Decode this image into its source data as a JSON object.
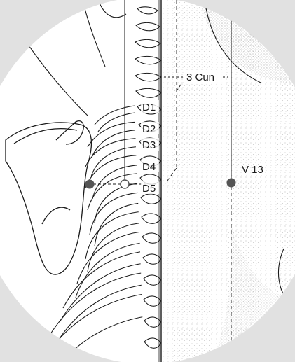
{
  "labels": {
    "measure": "3 Cun",
    "vertebrae": [
      "D1",
      "D2",
      "D3",
      "D4",
      "D5"
    ],
    "point": "V 13"
  },
  "colors": {
    "background": "#ffffff",
    "vignette": "#e1e1e1",
    "ink": "#1a1a1a",
    "point_marker": "#555555",
    "skin_stipple": "#9a9a9a"
  }
}
